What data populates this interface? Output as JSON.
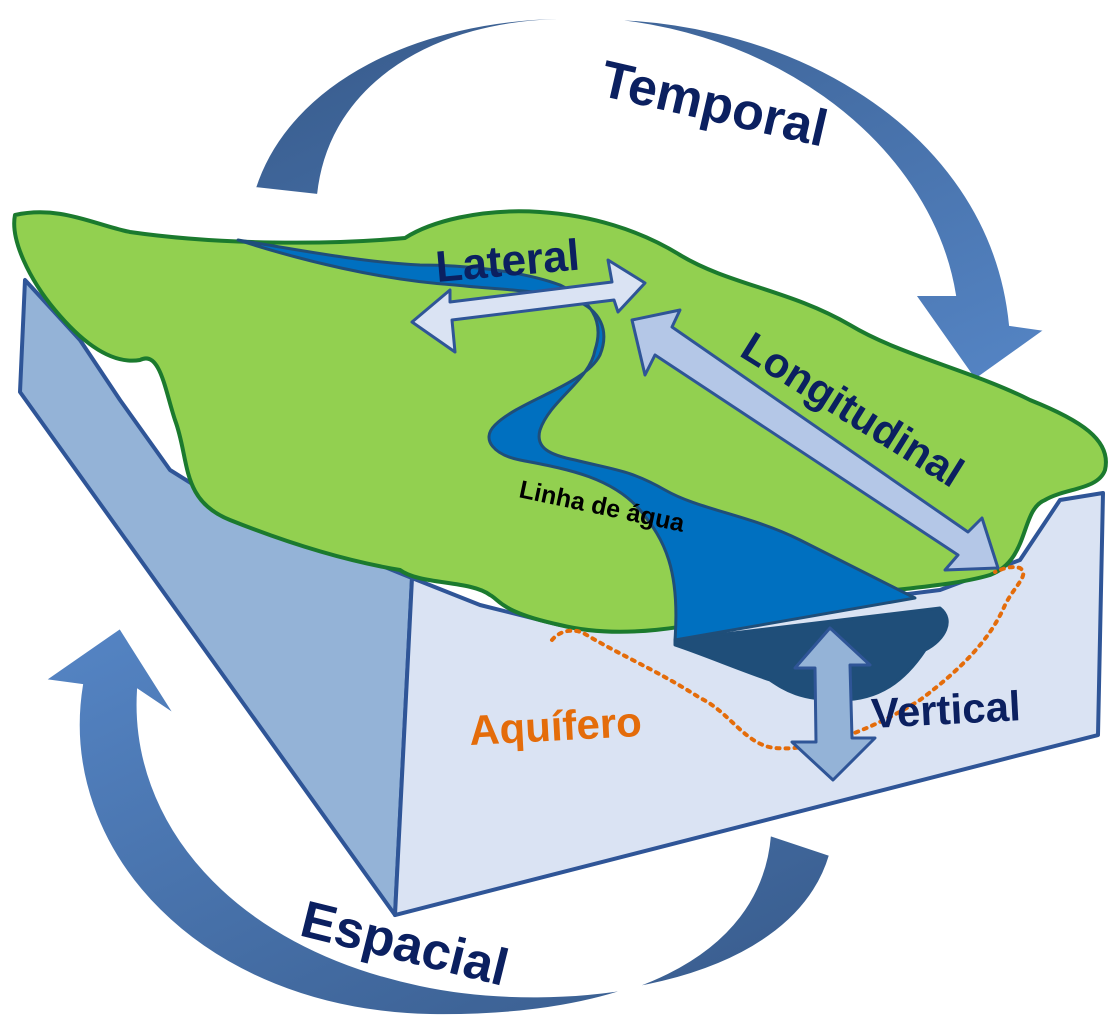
{
  "labels": {
    "temporal": "Temporal",
    "espacial": "Espacial",
    "lateral": "Lateral",
    "longitudinal": "Longitudinal",
    "vertical": "Vertical",
    "linha_de_agua": "Linha de água",
    "aquifero": "Aquífero"
  },
  "colors": {
    "cycle_arrow_light": "#5585c5",
    "cycle_arrow_dark": "#375a8a",
    "land_green": "#92d050",
    "land_outline": "#1b7a2e",
    "river_blue": "#0070c0",
    "river_outline": "#1f4e79",
    "block_front": "#dae3f3",
    "block_side": "#94b3d7",
    "block_outline": "#2f5597",
    "arrow_fill": "#dae3f3",
    "arrow_fill_alt": "#b4c7e7",
    "label_navy": "#0b2060",
    "aquifer_orange": "#e46c0a"
  }
}
